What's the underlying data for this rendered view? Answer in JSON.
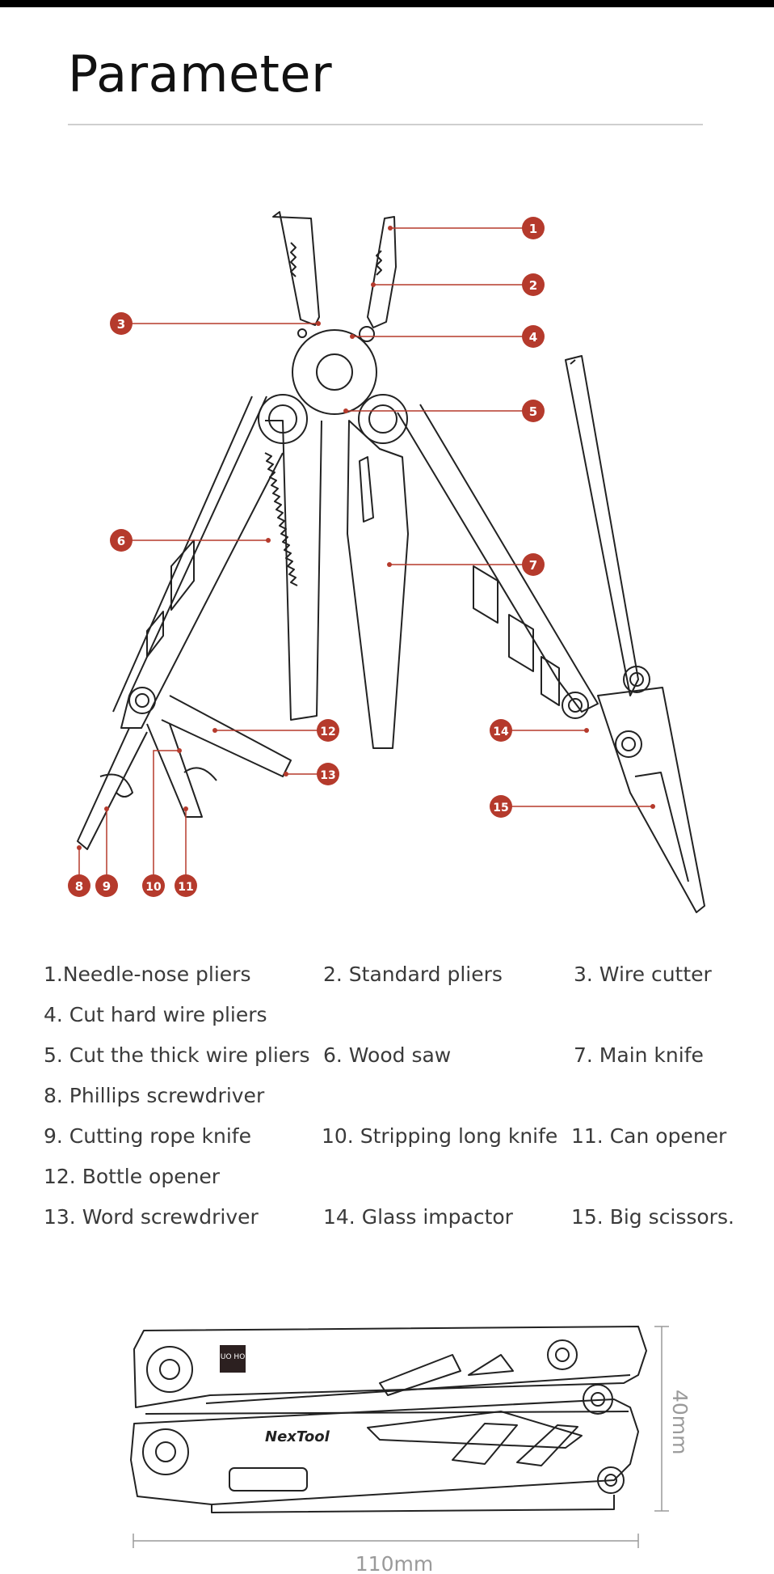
{
  "header": {
    "title": "Parameter"
  },
  "callouts": [
    "1",
    "2",
    "3",
    "4",
    "5",
    "6",
    "7",
    "8",
    "9",
    "10",
    "11",
    "12",
    "13",
    "14",
    "15"
  ],
  "legend": [
    "1.Needle-nose pliers",
    "2. Standard pliers",
    "3. Wire cutter",
    "4. Cut hard wire pliers",
    "5. Cut the thick wire pliers",
    "6. Wood saw",
    "7. Main knife",
    "8. Phillips screwdriver",
    "9. Cutting rope knife",
    "10. Stripping long knife",
    "11. Can opener",
    "12. Bottle opener",
    "13. Word screwdriver",
    "14. Glass impactor",
    "15. Big scissors."
  ],
  "product": {
    "logo_text": "HUO HOU",
    "brand": "NexTool",
    "height_label": "40mm",
    "width_label": "110mm"
  },
  "colors": {
    "accent": "#b53a2c",
    "line": "#222222",
    "dim": "#9a9a9a"
  }
}
